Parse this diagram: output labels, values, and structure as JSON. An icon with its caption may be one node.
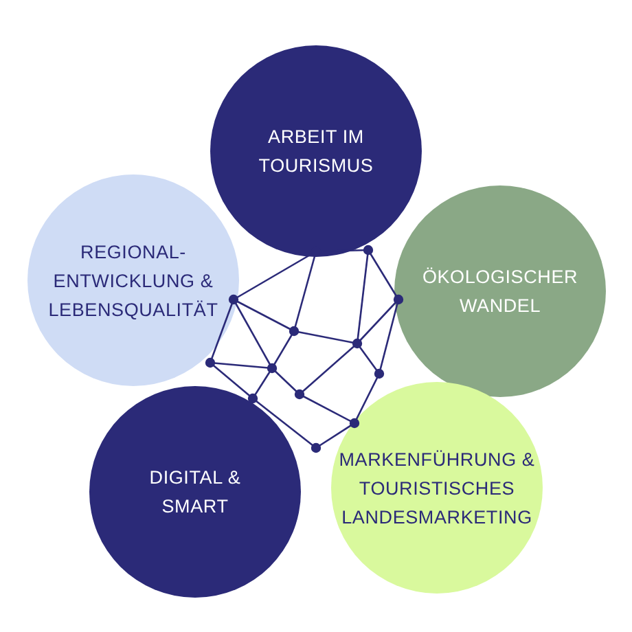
{
  "diagram": {
    "nodes": [
      {
        "text": [
          "ARBEIT IM TOURISMUS"
        ]
      },
      {
        "text": [
          "REGIONAL-ENTWICKLUNG & LEBENSQUALITÄT"
        ]
      },
      {
        "text": [
          "ÖKOLOGISCHER WANDEL"
        ]
      },
      {
        "text": [
          "DIGITAL & SMART"
        ]
      },
      {
        "text": [
          "MARKENFÜHRUNG & TOURISTISCHES LANDESMARKETING"
        ]
      }
    ]
  }
}
